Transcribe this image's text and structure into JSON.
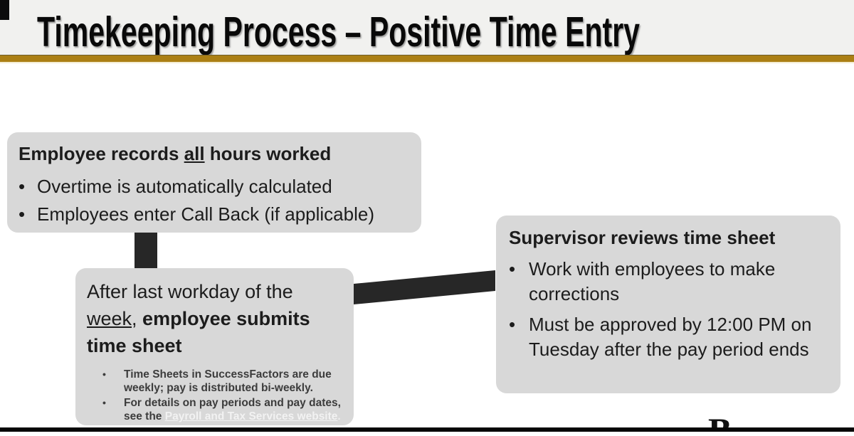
{
  "title": "Timekeeping Process – Positive Time Entry",
  "glyphs": {
    "bullet": "•"
  },
  "colors": {
    "gold_bar": "#ab7f14",
    "box_gray": "#d8d8d8",
    "connector_dark": "#272727",
    "link_light": "#f2f2f2"
  },
  "boxes": {
    "employee_records": {
      "heading": {
        "pre": "Employee records ",
        "underlined": "all",
        "post": " hours worked"
      },
      "bullets": [
        "Overtime is automatically calculated",
        "Employees enter Call Back (if applicable)"
      ]
    },
    "employee_submits": {
      "heading": {
        "pre": "After last workday of the ",
        "underlined": "week",
        "mid": ", ",
        "bold": "employee submits time sheet"
      },
      "sub_bullets": {
        "first": "Time Sheets in SuccessFactors are due weekly; pay is distributed bi-weekly.",
        "second_pre": "For details on pay periods and pay dates, see the ",
        "second_link": "Payroll and Tax Services website",
        "second_post": "."
      }
    },
    "supervisor_reviews": {
      "heading": "Supervisor reviews time sheet",
      "bullets": [
        "Work with employees to make corrections",
        "Must be approved by 12:00 PM on Tuesday after the pay period ends"
      ]
    }
  },
  "footer": {
    "partial_letter": "B"
  }
}
